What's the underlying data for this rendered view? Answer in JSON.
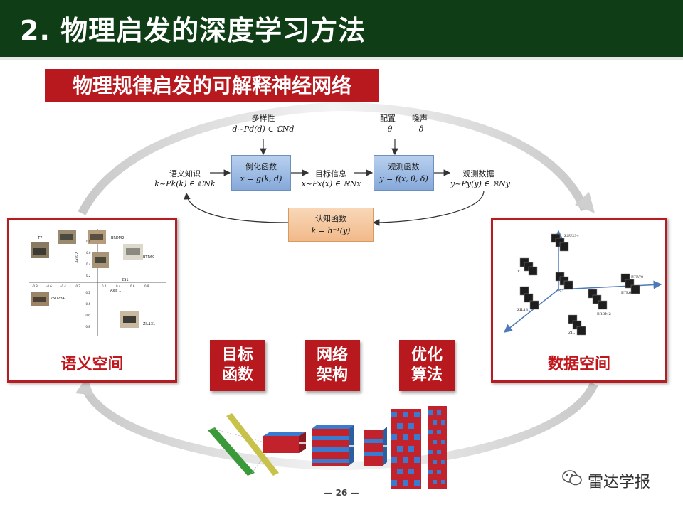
{
  "header": {
    "title": "2. 物理启发的深度学习方法"
  },
  "subtitle": "物理规律启发的可解释神经网络",
  "diagram": {
    "diversity_label": "多样性",
    "diversity_formula": "d~Pd(d) ∈ ℂNd",
    "config_label": "配置",
    "noise_label": "噪声",
    "theta": "θ",
    "delta": "δ",
    "semantic_label": "语义知识",
    "semantic_formula": "k~Pk(k) ∈ ℂNk",
    "instance_title": "例化函数",
    "instance_formula": "x = g(k, d)",
    "target_label": "目标信息",
    "target_formula": "x~Px(x) ∈ ℝNx",
    "observe_title": "观测函数",
    "observe_formula": "y = f(x, θ, δ)",
    "obs_data_label": "观测数据",
    "obs_data_formula": "y~Py(y) ∈ ℝNy",
    "cognitive_title": "认知函数",
    "cognitive_formula": "k = h⁻¹(y)"
  },
  "left_panel": {
    "label": "语义空间",
    "legend": [
      "T7",
      "BRDM2",
      "BTR60",
      "2S1",
      "ZSU234",
      "ZIL131"
    ],
    "axis_x": "Axis 1",
    "axis_y": "Axis 2",
    "yticks": [
      "0.8",
      "0.6",
      "0.4",
      "0.2",
      "-0.2",
      "-0.4",
      "-0.6",
      "-0.8"
    ],
    "xticks": [
      "-0.8",
      "-0.6",
      "-0.4",
      "-0.2",
      "0.2",
      "0.4",
      "0.6",
      "0.8"
    ]
  },
  "right_panel": {
    "label": "数据空间",
    "clusters": [
      "ZSU234",
      "T7",
      "2S1",
      "ZIL131",
      "BRDM2",
      "BTR60",
      "BTR70",
      "ZIL"
    ]
  },
  "center_boxes": [
    {
      "line1": "目标",
      "line2": "函数"
    },
    {
      "line1": "网络",
      "line2": "架构"
    },
    {
      "line1": "优化",
      "line2": "算法"
    }
  ],
  "page_number": "— 26 —",
  "watermark": "雷达学报",
  "colors": {
    "header_bg": "#0f3d15",
    "accent_red": "#b8191e",
    "blue_box": "#9bb9e3",
    "orange_box": "#f4c59c"
  }
}
